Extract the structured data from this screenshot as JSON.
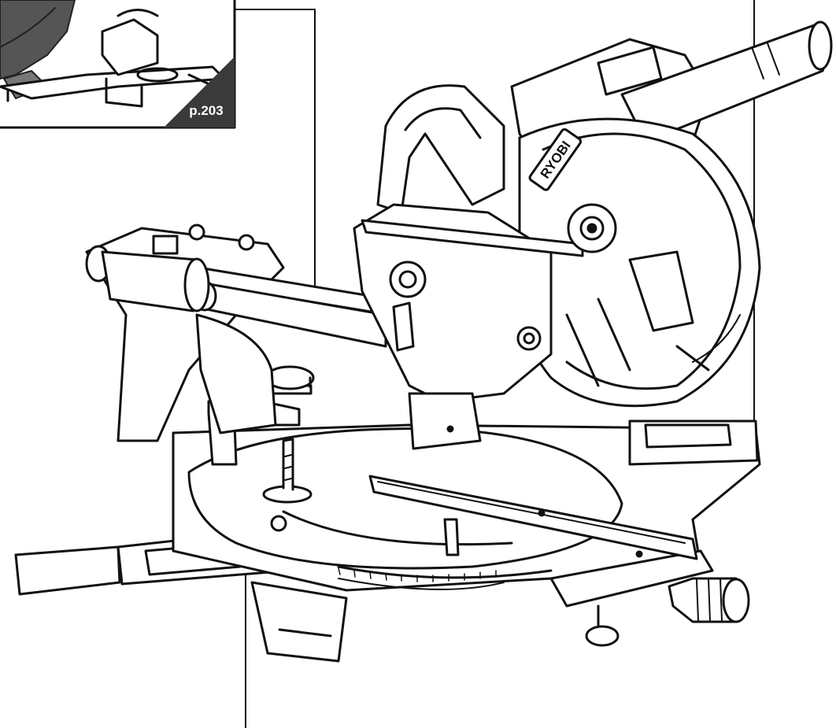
{
  "inset": {
    "page_ref": "p.203"
  },
  "saw": {
    "brand": "RYOBI"
  },
  "callouts": [
    {
      "id": "rail"
    },
    {
      "id": "fence"
    },
    {
      "id": "clamp"
    }
  ],
  "colors": {
    "line": "#111111",
    "paper": "#ffffff",
    "inset_badge": "#3a3a3a"
  }
}
